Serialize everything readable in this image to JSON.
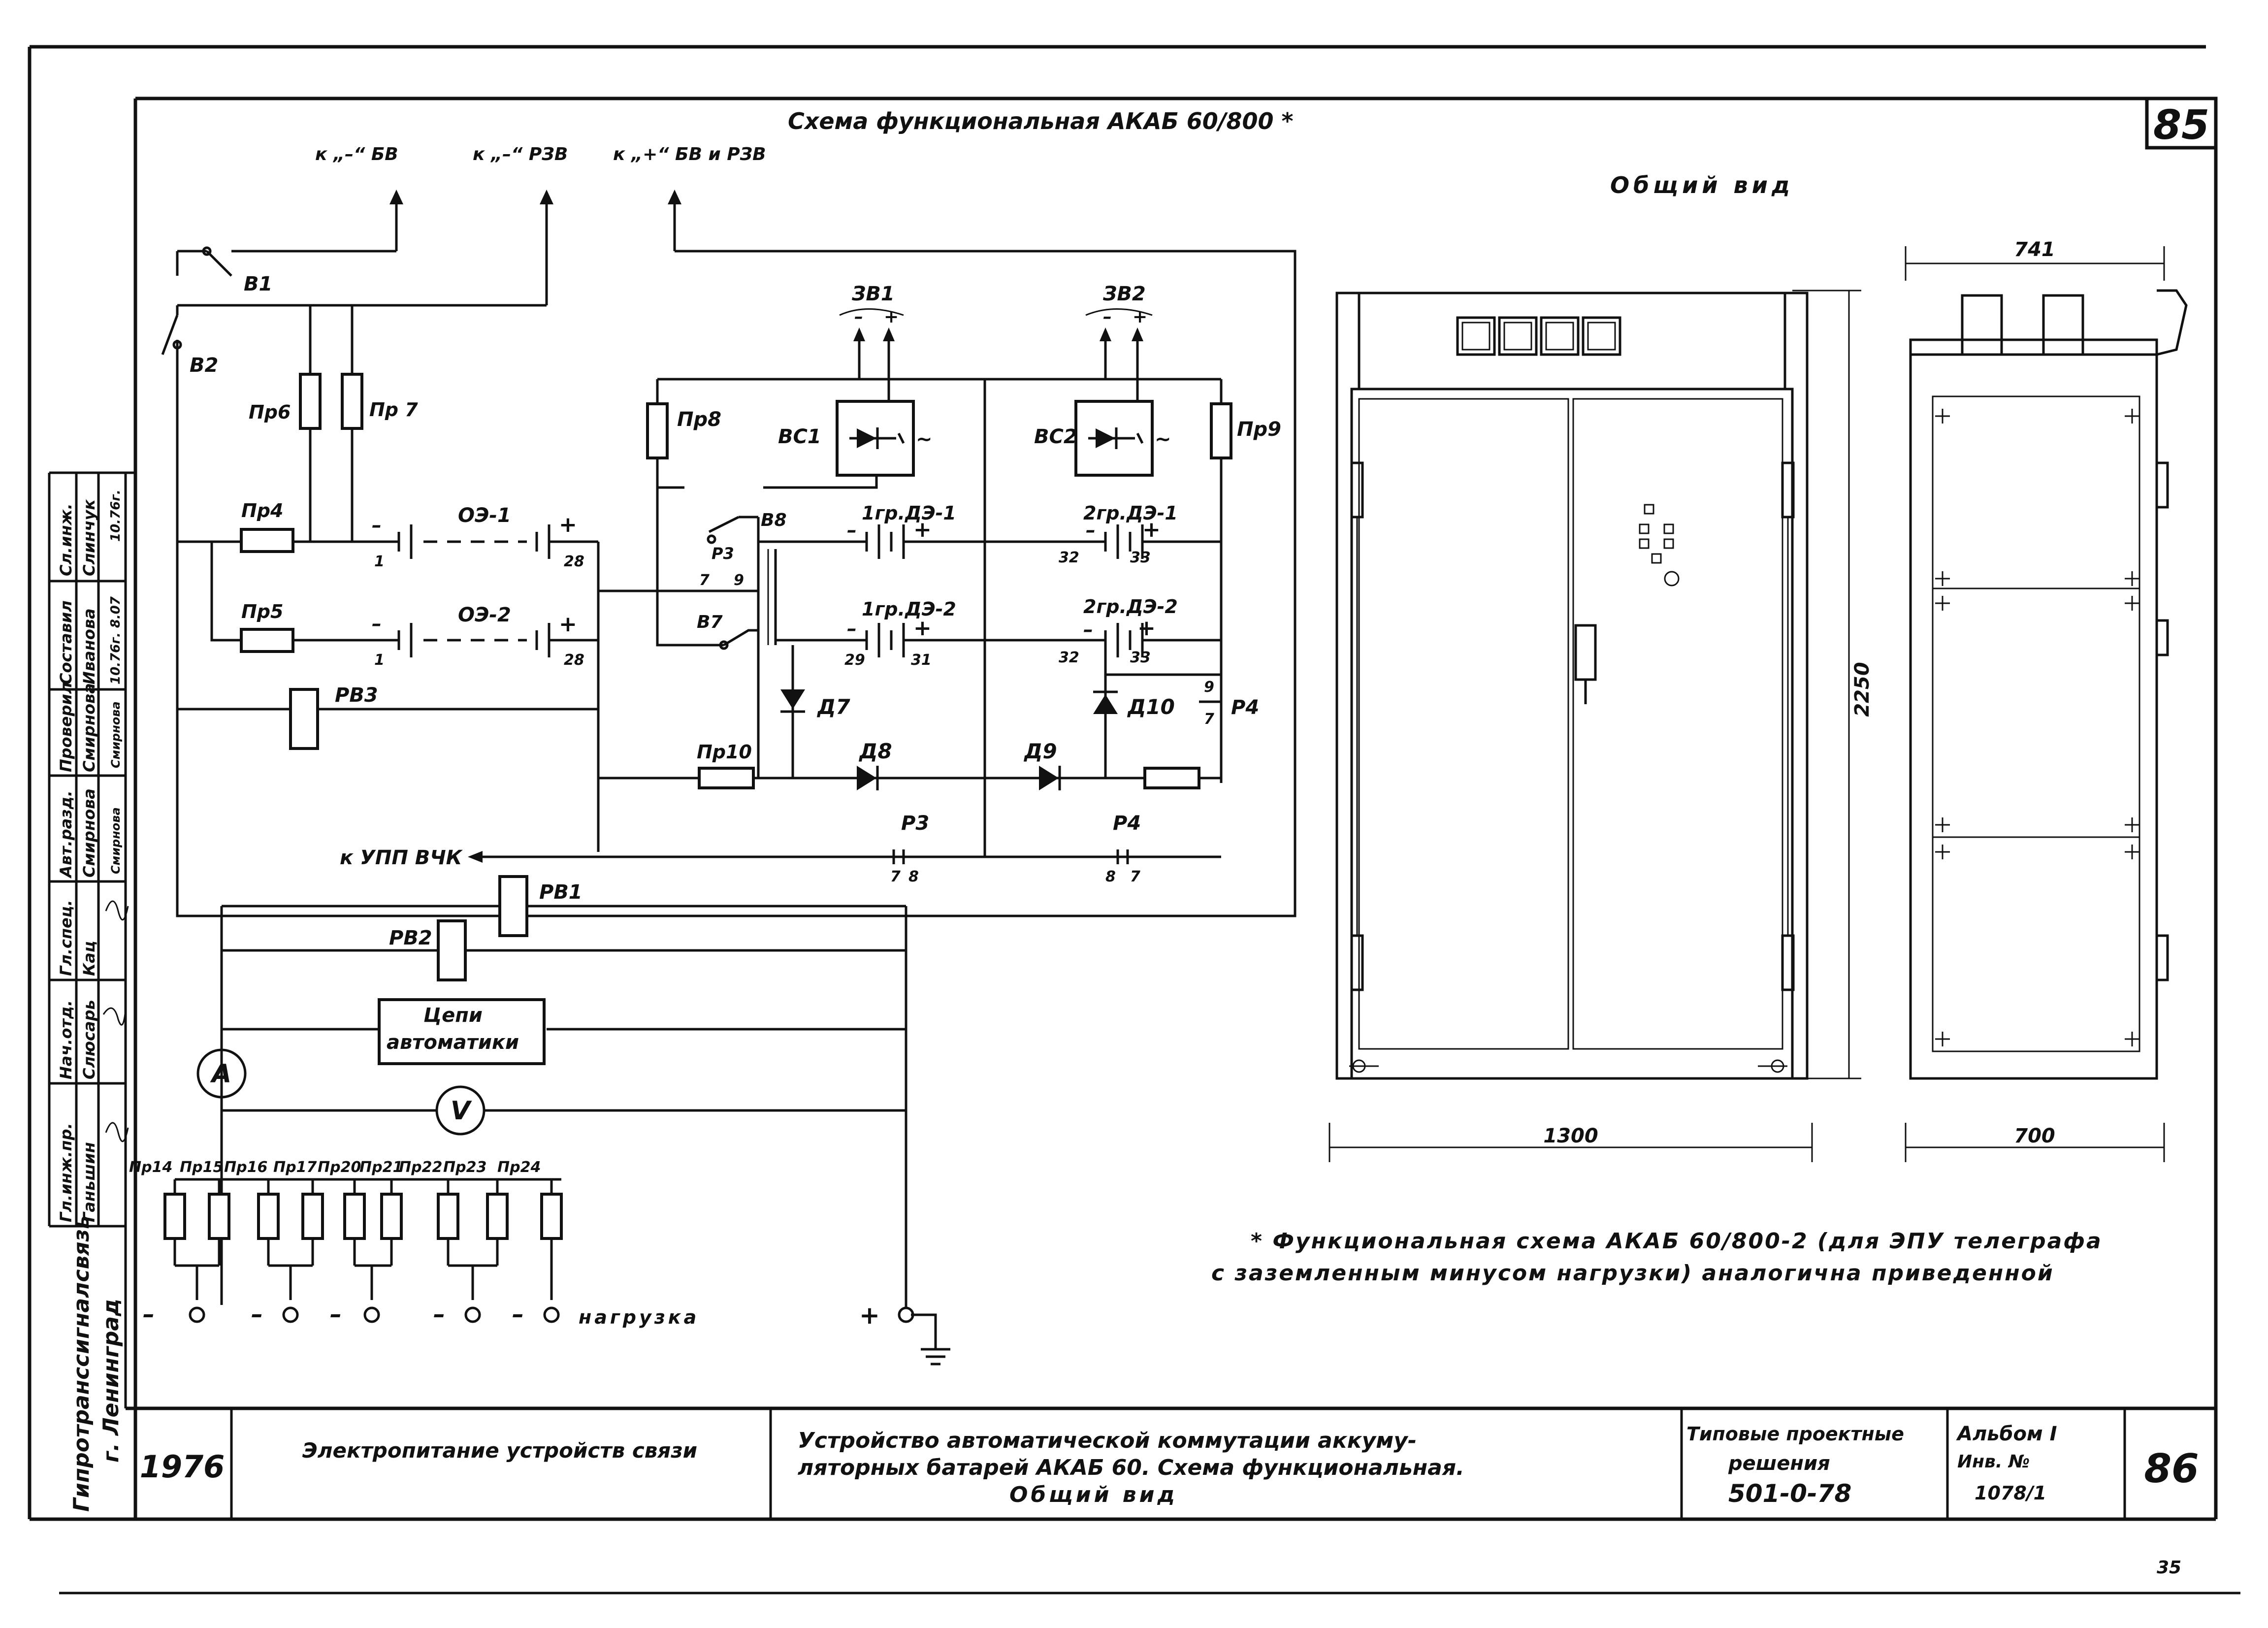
{
  "page": {
    "sheet_number_top": "85",
    "sheet_number_bottom": "35",
    "title_top": "Схема функциональная АКАБ 60/800 *",
    "general_view_title": "Общий вид"
  },
  "schematic": {
    "arrows": {
      "bv_minus": "к „–“ БВ",
      "rzv_minus": "к „–“ РЗВ",
      "bv_rzv_plus": "к „+“ БВ и РЗВ"
    },
    "outputs": {
      "zv1": "ЗВ1",
      "zv2": "ЗВ2",
      "minus": "–",
      "plus": "+"
    },
    "switches": {
      "b1": "В1",
      "b2": "В2",
      "b7": "В7",
      "b8": "В8"
    },
    "fuses": {
      "pr4": "Пр4",
      "pr5": "Пр5",
      "pr6": "Пр6",
      "pr7": "Пр 7",
      "pr8": "Пр8",
      "pr9": "Пр9",
      "pr10": "Пр10"
    },
    "rectifiers": {
      "vs1": "ВС1",
      "vs2": "ВС2",
      "ac": "~"
    },
    "batteries": {
      "oe1": "ОЭ-1",
      "oe2": "ОЭ-2",
      "g1de1": "1гр.ДЭ-1",
      "g1de2": "1гр.ДЭ-2",
      "g2de1": "2гр.ДЭ-1",
      "g2de2": "2гр.ДЭ-2"
    },
    "terminals": {
      "t1": "1",
      "t28": "28",
      "t29": "29",
      "t31": "31",
      "t32": "32",
      "t33": "33",
      "t7": "7",
      "t8": "8",
      "t9": "9"
    },
    "relays": {
      "rv1": "РВ1",
      "rv2": "РВ2",
      "rv3": "РВ3",
      "p3": "Р3",
      "p4": "Р4"
    },
    "diodes": {
      "d7": "Д7",
      "d8": "Д8",
      "d9": "Д9",
      "d10": "Д10"
    },
    "upp_label": "к УПП ВЧК",
    "automation_label_1": "Цепи",
    "automation_label_2": "автоматики",
    "ammeter": "А",
    "voltmeter": "V",
    "load_fuses": [
      "Пр14",
      "Пр15",
      "Пр16",
      "Пр17",
      "Пр20",
      "Пр21",
      "Пр22",
      "Пр23",
      "Пр24"
    ],
    "load_minus": "–",
    "load_plus": "+",
    "load_label": "нагрузка"
  },
  "general_view": {
    "dim_width_front": "1300",
    "dim_height": "2250",
    "dim_depth_top": "741",
    "dim_depth_bottom": "700"
  },
  "footnote": {
    "line1": "* Функциональная схема АКАБ 60/800-2 (для ЭПУ телеграфа",
    "line2": "с заземленным минусом нагрузки) аналогична приведенной"
  },
  "side_stamp": {
    "org": "Гипротранссигналсвязь",
    "city": "г. Ленинград",
    "rows": [
      {
        "role": "Сл.инж.",
        "name": "Слинчук",
        "sign": "",
        "date": "10.76г."
      },
      {
        "role": "Составил",
        "name": "Иванова",
        "sign": "",
        "date": "10.76г. 8.07"
      },
      {
        "role": "Проверил",
        "name": "Смирнова",
        "sign": "Смирнова",
        "date": ""
      },
      {
        "role": "Авт.разд.",
        "name": "Смирнова",
        "sign": "Смирнова",
        "date": ""
      },
      {
        "role": "Гл.спец.",
        "name": "Кац",
        "sign": "",
        "date": ""
      },
      {
        "role": "Нач.отд.",
        "name": "Слюсарь",
        "sign": "",
        "date": ""
      },
      {
        "role": "Гл.инж.пр.",
        "name": "Ганьшин",
        "sign": "",
        "date": ""
      }
    ]
  },
  "title_block": {
    "year": "1976",
    "section": "Электропитание устройств связи",
    "description_line1": "Устройство автоматической коммутации аккуму-",
    "description_line2": "ляторных батарей АКАБ 60. Схема функциональная.",
    "description_line3": "Общий вид",
    "series_line1": "Типовые проектные",
    "series_line2": "решения",
    "series_line3": "501-0-78",
    "album_line1": "Альбом I",
    "album_line2": "Инв. №",
    "album_line3": "1078/1",
    "sheet": "86"
  }
}
